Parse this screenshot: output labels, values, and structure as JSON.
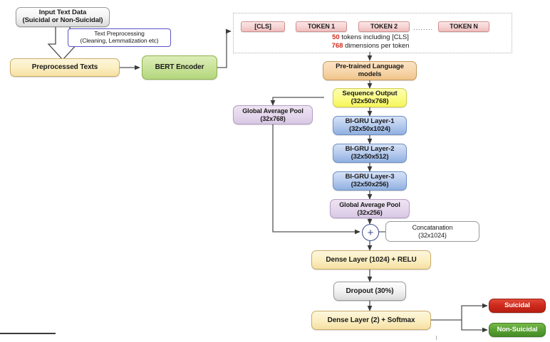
{
  "diagram": {
    "title": "BERT + BI-GRU suicidal text classification architecture",
    "colors": {
      "token_box": "#f6d2d2",
      "sequence_output": "#fbfb84",
      "gru_layer": "#b6cbee",
      "pooling": "#e4d6ec",
      "dense": "#fbeec0",
      "dropout": "#f4f4f4",
      "pretrained": "#f7d5a9",
      "bert": "#c9e39a",
      "result_positive": "#cf2b1c",
      "result_negative": "#5aa336",
      "accent_red_text": "#d42b1d",
      "preprocess_border": "#5a53c8"
    },
    "nodes": {
      "input_text": {
        "line1": "Input Text Data",
        "line2": "(Suicidal or Non-Suicidal)"
      },
      "text_preprocessing": {
        "line1": "Text Preprocessing",
        "line2": "(Cleaning, Lemmatization etc)"
      },
      "preprocessed_texts": {
        "line1": "Preprocessed Texts"
      },
      "bert_encoder": {
        "line1": "BERT Encoder"
      },
      "pretrained_lm": {
        "line1": "Pre-trained Language",
        "line2": "models"
      },
      "sequence_output": {
        "line1": "Sequence Output",
        "line2": "(32x50x768)"
      },
      "gap_768": {
        "line1": "Global Average Pool",
        "line2": "(32x768)"
      },
      "gru1": {
        "line1": "BI-GRU Layer-1",
        "line2": "(32x50x1024)"
      },
      "gru2": {
        "line1": "BI-GRU Layer-2",
        "line2": "(32x50x512)"
      },
      "gru3": {
        "line1": "BI-GRU Layer-3",
        "line2": "(32x50x256)"
      },
      "gap_256": {
        "line1": "Global Average Pool",
        "line2": "(32x256)"
      },
      "concatenation": {
        "line1": "Concatanation",
        "line2": "(32x1024)"
      },
      "dense_1024": {
        "line1": "Dense Layer (1024) + RELU"
      },
      "dropout": {
        "line1": "Dropout (30%)"
      },
      "dense_2": {
        "line1": "Dense Layer (2) + Softmax"
      },
      "result_suicidal": {
        "line1": "Suicidal"
      },
      "result_non_suicidal": {
        "line1": "Non-Suicidal"
      },
      "plus_operator": {
        "symbol": "+"
      }
    },
    "tokens": {
      "items": [
        {
          "label": "[CLS]"
        },
        {
          "label": "TOKEN 1"
        },
        {
          "label": "TOKEN 2"
        },
        {
          "label": "TOKEN N"
        }
      ],
      "ellipsis": "........",
      "note_line1_num": "50",
      "note_line1_text": " tokens including [CLS]",
      "note_line2_num": "768",
      "note_line2_text": " dimensions per token"
    }
  }
}
